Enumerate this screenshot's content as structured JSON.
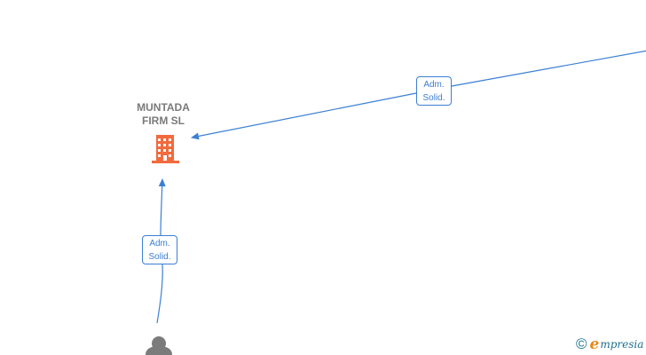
{
  "company": {
    "name_line1": "MUNTADA",
    "name_line2": "FIRM  SL"
  },
  "edges": [
    {
      "role_line1": "Adm.",
      "role_line2": "Solid."
    },
    {
      "role_line1": "Adm.",
      "role_line2": "Solid."
    }
  ],
  "brand": {
    "copyright": "©",
    "initial": "e",
    "rest": "mpresia"
  },
  "colors": {
    "edge": "#3b7fd4",
    "company_icon": "#f26a3d",
    "person_icon": "#7b7b7b",
    "label_text": "#7a7a7a",
    "brand_text": "#1d6f8c",
    "brand_accent": "#e48a1b"
  },
  "icons": {
    "company": "building-icon",
    "person": "person-icon",
    "copyright": "copyright-icon"
  }
}
